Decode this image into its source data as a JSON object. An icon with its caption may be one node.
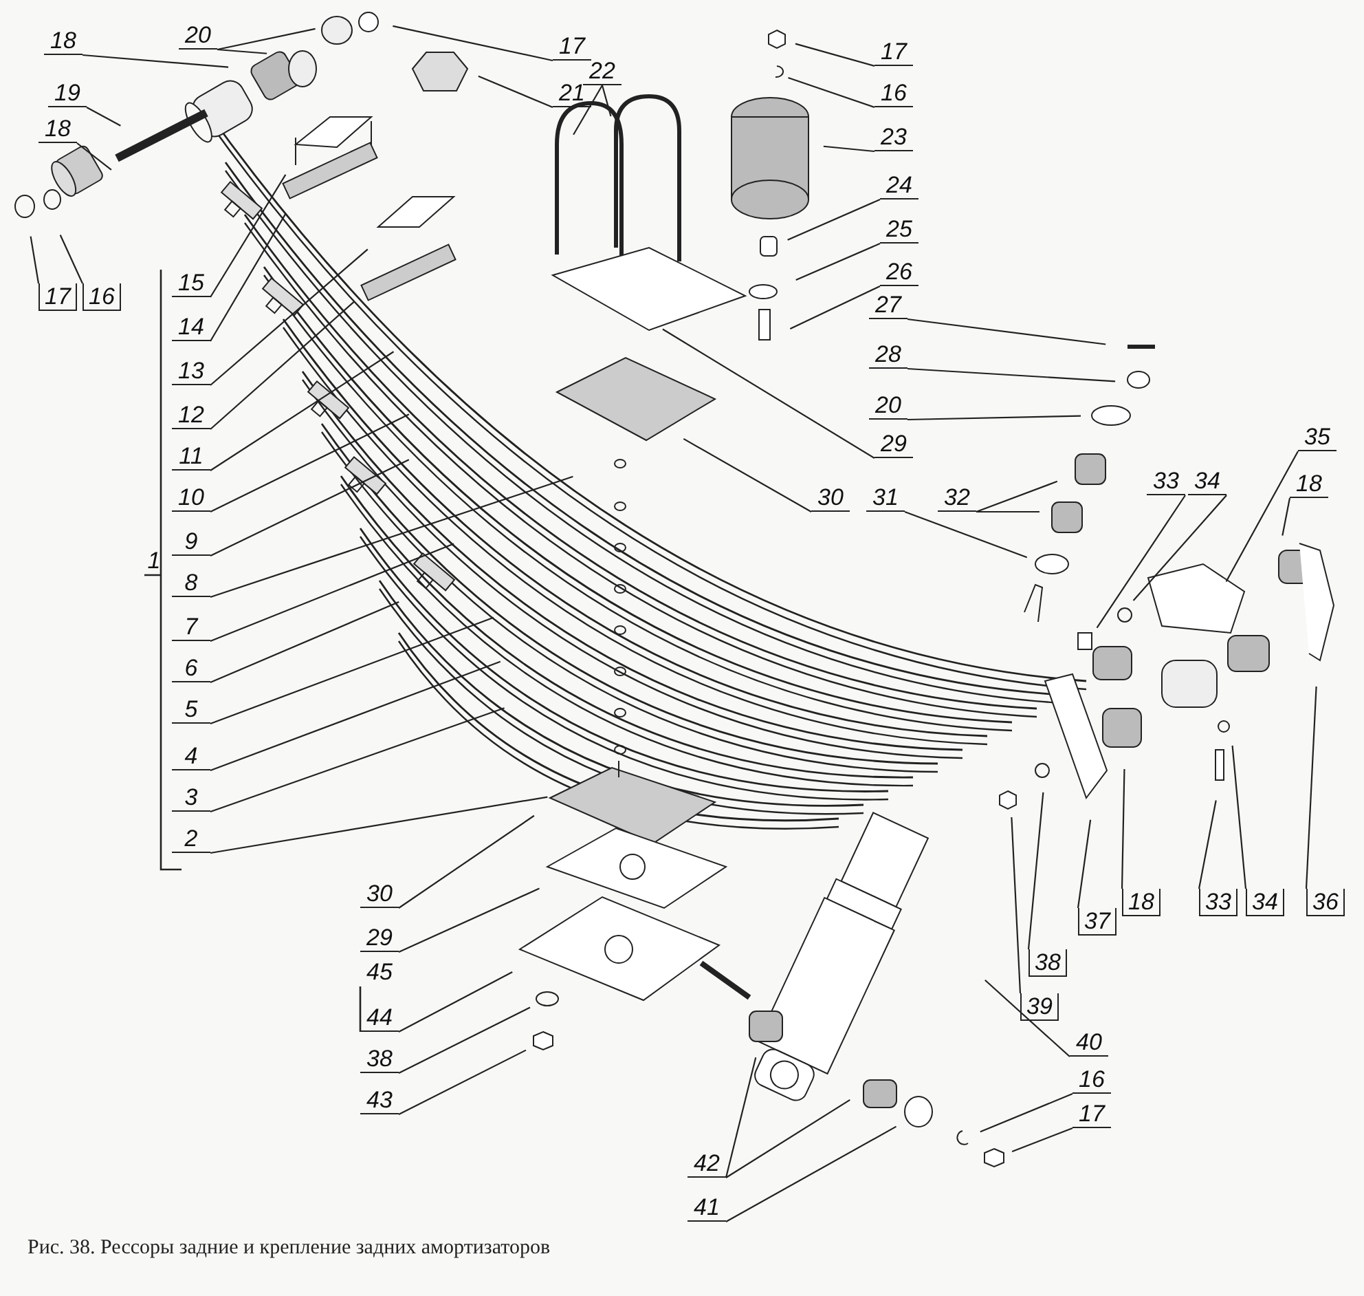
{
  "diagram": {
    "caption": "Рис. 38. Рессоры задние и крепление задних амортизаторов",
    "nodes": [
      {
        "text": [
          "18"
        ]
      },
      {
        "text": [
          "20"
        ]
      },
      {
        "text": [
          "17"
        ]
      },
      {
        "text": [
          "21"
        ]
      },
      {
        "text": [
          "19"
        ]
      },
      {
        "text": [
          "18"
        ]
      },
      {
        "text": [
          "17"
        ]
      },
      {
        "text": [
          "16"
        ]
      },
      {
        "text": [
          "15"
        ]
      },
      {
        "text": [
          "14"
        ]
      },
      {
        "text": [
          "13"
        ]
      },
      {
        "text": [
          "12"
        ]
      },
      {
        "text": [
          "11"
        ]
      },
      {
        "text": [
          "10"
        ]
      },
      {
        "text": [
          "9"
        ]
      },
      {
        "text": [
          "8"
        ]
      },
      {
        "text": [
          "7"
        ]
      },
      {
        "text": [
          "6"
        ]
      },
      {
        "text": [
          "5"
        ]
      },
      {
        "text": [
          "4"
        ]
      },
      {
        "text": [
          "3"
        ]
      },
      {
        "text": [
          "2"
        ]
      },
      {
        "text": [
          "22"
        ]
      },
      {
        "text": [
          "17"
        ]
      },
      {
        "text": [
          "16"
        ]
      },
      {
        "text": [
          "23"
        ]
      },
      {
        "text": [
          "24"
        ]
      },
      {
        "text": [
          "25"
        ]
      },
      {
        "text": [
          "26"
        ]
      },
      {
        "text": [
          "27"
        ]
      },
      {
        "text": [
          "28"
        ]
      },
      {
        "text": [
          "20"
        ]
      },
      {
        "text": [
          "29"
        ]
      },
      {
        "text": [
          "30"
        ]
      },
      {
        "text": [
          "31"
        ]
      },
      {
        "text": [
          "32"
        ]
      },
      {
        "text": [
          "33"
        ]
      },
      {
        "text": [
          "34"
        ]
      },
      {
        "text": [
          "35"
        ]
      },
      {
        "text": [
          "18"
        ]
      },
      {
        "text": [
          "37"
        ]
      },
      {
        "text": [
          "18"
        ]
      },
      {
        "text": [
          "33"
        ]
      },
      {
        "text": [
          "34"
        ]
      },
      {
        "text": [
          "36"
        ]
      },
      {
        "text": [
          "38"
        ]
      },
      {
        "text": [
          "39"
        ]
      },
      {
        "text": [
          "40"
        ]
      },
      {
        "text": [
          "16"
        ]
      },
      {
        "text": [
          "17"
        ]
      },
      {
        "text": [
          "42"
        ]
      },
      {
        "text": [
          "41"
        ]
      },
      {
        "text": [
          "30"
        ]
      },
      {
        "text": [
          "29"
        ]
      },
      {
        "text": [
          "44"
        ]
      },
      {
        "text": [
          "38"
        ]
      },
      {
        "text": [
          "43"
        ]
      }
    ],
    "edges": [
      {
        "from": 0,
        "to": null,
        "arrow": "none"
      },
      {
        "from": 1,
        "to": null,
        "arrow": "none"
      },
      {
        "from": 1,
        "to": null,
        "arrow": "none"
      },
      {
        "from": 2,
        "to": null,
        "arrow": "none"
      },
      {
        "from": 3,
        "to": null,
        "arrow": "none"
      },
      {
        "from": 4,
        "to": null,
        "arrow": "none"
      },
      {
        "from": 5,
        "to": null,
        "arrow": "none"
      },
      {
        "from": 6,
        "to": null,
        "arrow": "none"
      },
      {
        "from": 7,
        "to": null,
        "arrow": "none"
      },
      {
        "from": 8,
        "to": null,
        "arrow": "none"
      },
      {
        "from": 9,
        "to": null,
        "arrow": "none"
      },
      {
        "from": 10,
        "to": null,
        "arrow": "none"
      },
      {
        "from": 11,
        "to": null,
        "arrow": "none"
      },
      {
        "from": 12,
        "to": null,
        "arrow": "none"
      },
      {
        "from": 13,
        "to": null,
        "arrow": "none"
      },
      {
        "from": 14,
        "to": null,
        "arrow": "none"
      },
      {
        "from": 15,
        "to": null,
        "arrow": "none"
      },
      {
        "from": 16,
        "to": null,
        "arrow": "none"
      },
      {
        "from": 17,
        "to": null,
        "arrow": "none"
      },
      {
        "from": 18,
        "to": null,
        "arrow": "none"
      },
      {
        "from": 19,
        "to": null,
        "arrow": "none"
      },
      {
        "from": 20,
        "to": null,
        "arrow": "none"
      },
      {
        "from": 21,
        "to": null,
        "arrow": "none"
      },
      {
        "from": 22,
        "to": null,
        "arrow": "none"
      },
      {
        "from": 22,
        "to": null,
        "arrow": "none"
      },
      {
        "from": 23,
        "to": null,
        "arrow": "none"
      },
      {
        "from": 24,
        "to": null,
        "arrow": "none"
      },
      {
        "from": 25,
        "to": null,
        "arrow": "none"
      },
      {
        "from": 26,
        "to": null,
        "arrow": "none"
      },
      {
        "from": 27,
        "to": null,
        "arrow": "none"
      },
      {
        "from": 28,
        "to": null,
        "arrow": "none"
      },
      {
        "from": 29,
        "to": null,
        "arrow": "none"
      },
      {
        "from": 30,
        "to": null,
        "arrow": "none"
      },
      {
        "from": 31,
        "to": null,
        "arrow": "none"
      },
      {
        "from": 32,
        "to": null,
        "arrow": "none"
      },
      {
        "from": 33,
        "to": null,
        "arrow": "none"
      },
      {
        "from": 34,
        "to": null,
        "arrow": "none"
      },
      {
        "from": 35,
        "to": null,
        "arrow": "none"
      },
      {
        "from": 35,
        "to": null,
        "arrow": "none"
      },
      {
        "from": 36,
        "to": null,
        "arrow": "none"
      },
      {
        "from": 37,
        "to": null,
        "arrow": "none"
      },
      {
        "from": 38,
        "to": null,
        "arrow": "none"
      },
      {
        "from": 39,
        "to": null,
        "arrow": "none"
      },
      {
        "from": 40,
        "to": null,
        "arrow": "none"
      },
      {
        "from": 41,
        "to": null,
        "arrow": "none"
      },
      {
        "from": 42,
        "to": null,
        "arrow": "none"
      },
      {
        "from": 43,
        "to": null,
        "arrow": "none"
      },
      {
        "from": 44,
        "to": null,
        "arrow": "none"
      },
      {
        "from": 45,
        "to": null,
        "arrow": "none"
      },
      {
        "from": 46,
        "to": null,
        "arrow": "none"
      },
      {
        "from": 47,
        "to": null,
        "arrow": "none"
      },
      {
        "from": 48,
        "to": null,
        "arrow": "none"
      },
      {
        "from": 49,
        "to": null,
        "arrow": "none"
      },
      {
        "from": 50,
        "to": null,
        "arrow": "none"
      },
      {
        "from": 50,
        "to": null,
        "arrow": "none"
      },
      {
        "from": 51,
        "to": null,
        "arrow": "none"
      },
      {
        "from": 52,
        "to": null,
        "arrow": "none"
      },
      {
        "from": 53,
        "to": null,
        "arrow": "none"
      },
      {
        "from": 54,
        "to": null,
        "arrow": "none"
      },
      {
        "from": 55,
        "to": null,
        "arrow": "none"
      },
      {
        "from": 56,
        "to": null,
        "arrow": "none"
      }
    ],
    "labels": [
      "1",
      "45"
    ]
  }
}
